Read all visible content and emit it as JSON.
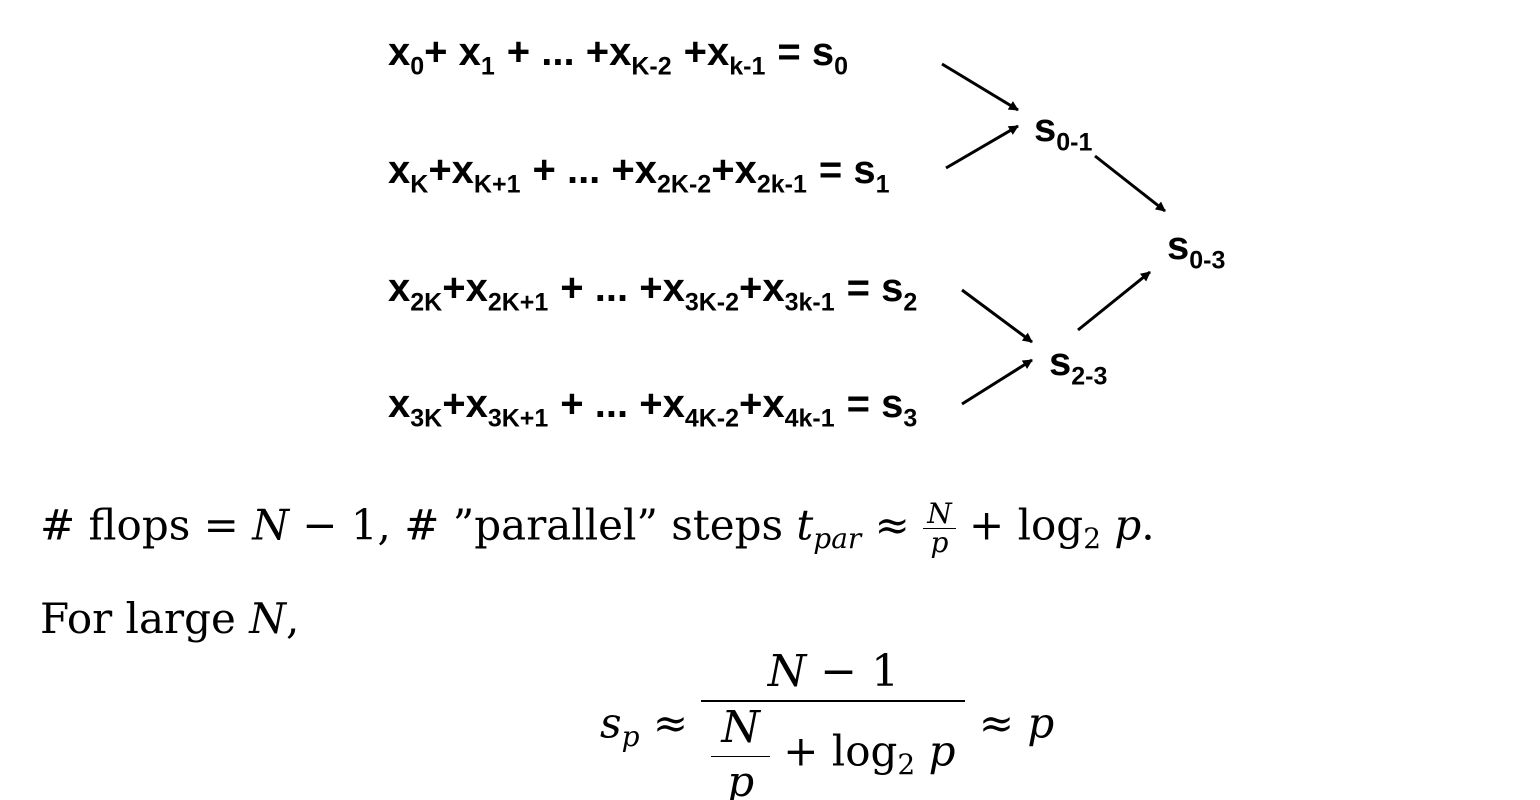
{
  "rows": [
    {
      "x0": "x",
      "x0_sub": "0",
      "x1": "+ x",
      "x1_sub": "1",
      "mid": "+  ...  +x",
      "a_sub": "K-2",
      "b": "+x",
      "b_sub": "k-1",
      "eq": "= s",
      "s_sub": "0"
    },
    {
      "x0": "x",
      "x0_sub": "K",
      "x1": "+x",
      "x1_sub": "K+1",
      "mid": "+  ... +x",
      "a_sub": "2K-2",
      "b": "+x",
      "b_sub": "2k-1",
      "eq": "= s",
      "s_sub": "1"
    },
    {
      "x0": "x",
      "x0_sub": "2K",
      "x1": "+x",
      "x1_sub": "2K+1",
      "mid": "+ ... +x",
      "a_sub": "3K-2",
      "b": "+x",
      "b_sub": "3k-1",
      "eq": "= s",
      "s_sub": "2"
    },
    {
      "x0": "x",
      "x0_sub": "3K",
      "x1": "+x",
      "x1_sub": "3K+1",
      "mid": "+ ... +x",
      "a_sub": "4K-2",
      "b": "+x",
      "b_sub": "4k-1",
      "eq": "= s",
      "s_sub": "3"
    }
  ],
  "nodes": {
    "s01": {
      "base": "s",
      "sub": "0-1"
    },
    "s23": {
      "base": "s",
      "sub": "2-3"
    },
    "s03": {
      "base": "s",
      "sub": "0-3"
    }
  },
  "text": {
    "line1_a": "# flops = ",
    "line1_N": "N",
    "line1_b": " − 1, # ”parallel” steps ",
    "line1_t": "t",
    "line1_tsub": "par",
    "line1_approx": " ≈ ",
    "frac_num": "N",
    "frac_den": "p",
    "line1_c": " + log",
    "log_base": "2",
    "line1_p": " p",
    "line1_end": ".",
    "line2_a": "For large ",
    "line2_N": "N",
    "line2_end": ",",
    "eq_s": "s",
    "eq_ssub": "p",
    "eq_approx1": " ≈ ",
    "eq_num": "N − 1",
    "eq_den_N": "N",
    "eq_den_p": "p",
    "eq_den_rest": " + log",
    "eq_den_base": "2",
    "eq_den_p2": " p",
    "eq_approx2": " ≈ ",
    "eq_rhs": "p"
  }
}
